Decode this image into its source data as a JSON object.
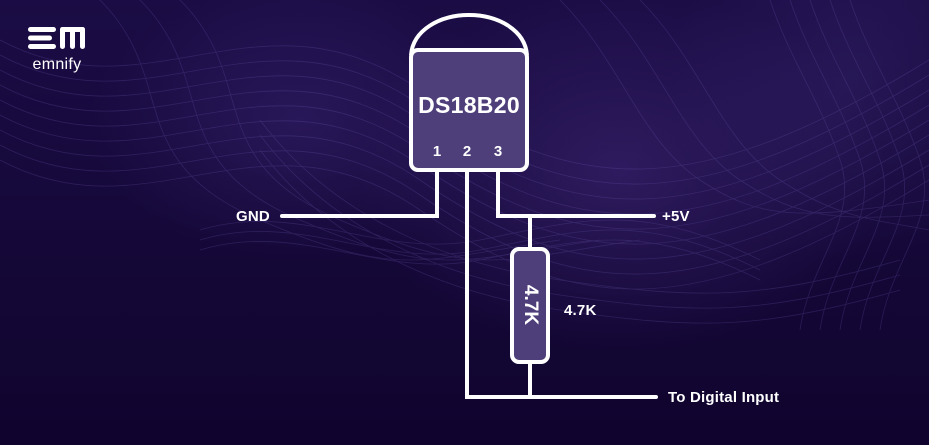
{
  "brand": {
    "logo_mark": "EM",
    "logo_text": "emnify"
  },
  "sensor": {
    "name": "DS18B20",
    "pins": [
      "1",
      "2",
      "3"
    ]
  },
  "resistor": {
    "body_label": "4.7K",
    "side_label": "4.7K"
  },
  "connections": {
    "gnd": "GND",
    "vcc": "+5V",
    "data": "To Digital Input"
  },
  "colors": {
    "background": "#120636",
    "component_fill": "#4e3f7a",
    "wire": "#ffffff",
    "text": "#ffffff"
  }
}
